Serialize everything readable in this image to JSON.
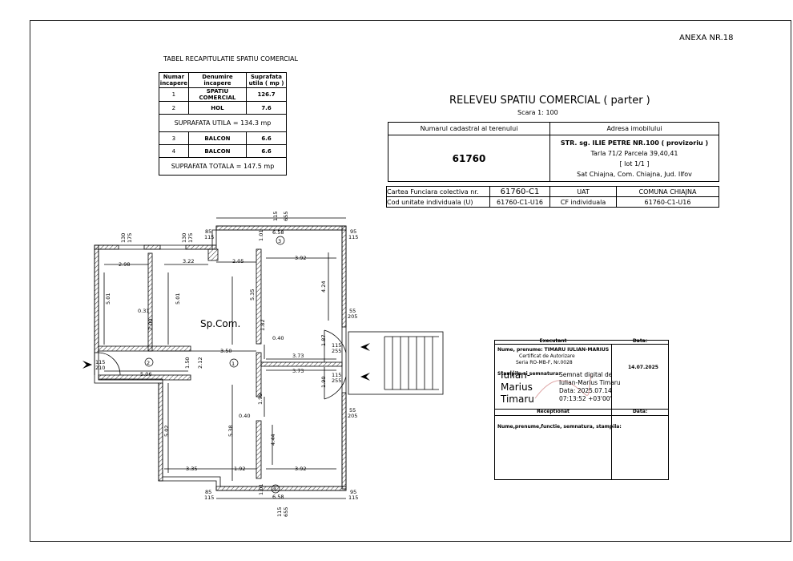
{
  "annex": "ANEXA NR.18",
  "recap": {
    "title": "TABEL RECAPITULATIE SPATIU COMERCIAL",
    "headers": [
      "Numar incapere",
      "Denumire incapere",
      "Suprafata utila ( mp )"
    ],
    "rows": [
      {
        "nr": "1",
        "name": "SPATIU COMERCIAL",
        "area": "126.7"
      },
      {
        "nr": "2",
        "name": "HOL",
        "area": "7.6"
      }
    ],
    "subtotal": "SUPRAFATA UTILA = 134.3 mp",
    "rows2": [
      {
        "nr": "3",
        "name": "BALCON",
        "area": "6.6"
      },
      {
        "nr": "4",
        "name": "BALCON",
        "area": "6.6"
      }
    ],
    "total": "SUPRAFATA TOTALA = 147.5 mp"
  },
  "releveu": {
    "title": "RELEVEU SPATIU COMERCIAL ( parter )",
    "scale": "Scara 1: 100"
  },
  "cadastral": {
    "col1_header": "Numarul cadastral al terenului",
    "col2_header": "Adresa imobilului",
    "number": "61760",
    "address_line1": "STR. sg. ILIE PETRE NR.100 ( provizoriu )",
    "address_line2": "Tarla 71/2 Parcela 39,40,41",
    "address_line3": "[ lot 1/1 ]",
    "address_line4": "Sat Chiajna, Com. Chiajna, Jud. Ilfov"
  },
  "cf_table": {
    "r1_label": "Cartea Funciara colectiva nr.",
    "r1_value": "61760-C1",
    "r1_c3": "UAT",
    "r1_c4": "COMUNA CHIAJNA",
    "r2_label": "Cod unitate individuala (U)",
    "r2_value": "61760-C1-U16",
    "r2_c3": "CF individuala",
    "r2_c4": "61760-C1-U16"
  },
  "executant": {
    "header": "Executant",
    "date_header": "Data:",
    "name_line": "Nume, prenume: TIMARU IULIAN-MARIUS",
    "cert_line1": "Certificat de Autorizare",
    "cert_line2": "Seria RO-MB-F, Nr.0028",
    "stamp_label": "Stampila si semnatura:",
    "date": "14.07.2025",
    "sig_name1": "Iulian-",
    "sig_name2": "Marius",
    "sig_name3": "Timaru",
    "sig_text1": "Semnat digital de",
    "sig_text2": "Iulian-Marius Timaru",
    "sig_text3": "Data: 2025.07.14",
    "sig_text4": "07:13:52 +03'00'",
    "receptionat": "Receptionat",
    "rec_date": "Data:",
    "rec_fields": "Nume,prenume,functie, semnatura, stampila:"
  },
  "plan": {
    "room_label": "Sp.Com.",
    "room1": "1",
    "room2": "2",
    "room3": "3",
    "room4": "4",
    "dims": {
      "d658t": "6.58",
      "d658b": "6.58",
      "d655t": "655",
      "d655b": "655",
      "d115t": "115",
      "d115b": "115",
      "d175a": "175",
      "d130a": "130",
      "d175b": "175",
      "d130b": "130",
      "d85a": "85",
      "d115c": "115",
      "d85b": "85",
      "d115d": "115",
      "d95a": "95",
      "d115e": "115",
      "d95b": "95",
      "d115f": "115",
      "d101t": "1.01",
      "d101b": "1.01",
      "d298": "2.98",
      "d322": "3.22",
      "d205": "2.05",
      "d392t": "3.92",
      "d501a": "5.01",
      "d501b": "5.01",
      "d031": "0.31",
      "d200": "2.00",
      "d535": "5.35",
      "d424": "4.24",
      "d182": "1.82",
      "d040a": "0.40",
      "d55a": "55",
      "d205a": "205",
      "d187": "1.87",
      "d350": "3.50",
      "d373a": "3.73",
      "d373b": "3.73",
      "d115g": "115",
      "d210g": "210",
      "d506": "5.06",
      "d150": "1.50",
      "d212": "2.12",
      "d115h": "115",
      "d255a": "255",
      "d115i": "115",
      "d255b": "255",
      "d190": "1.90",
      "d199": "1.99",
      "d040b": "0.40",
      "d55b": "55",
      "d205b": "205",
      "d502": "5.02",
      "d538": "5.38",
      "d444": "4.44",
      "d335": "3.35",
      "d192": "1.92",
      "d392b": "3.92"
    }
  }
}
